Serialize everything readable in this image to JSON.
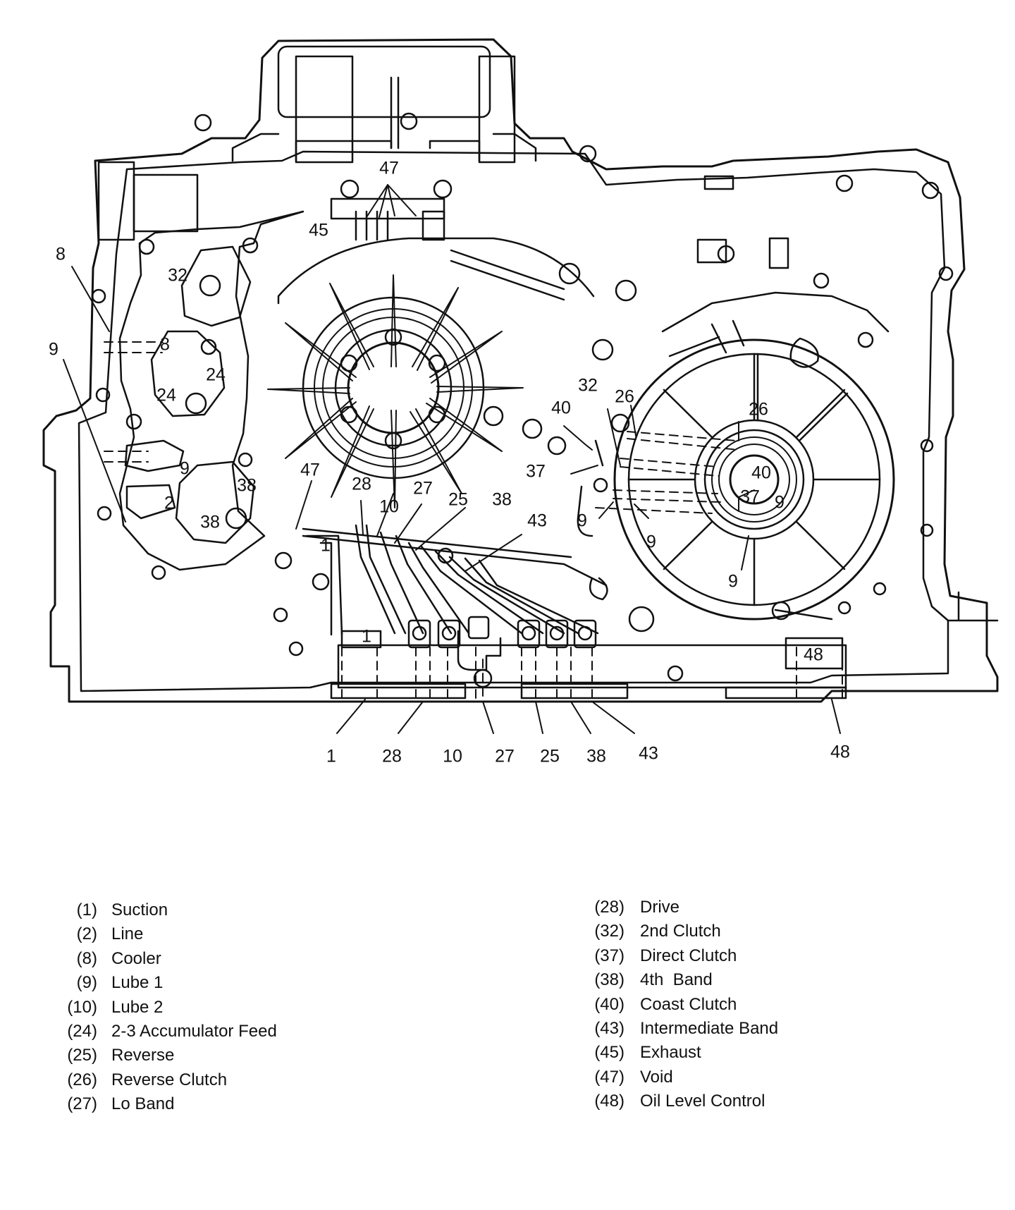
{
  "callouts": {
    "c47_top": "47",
    "c45": "45",
    "c8": "8",
    "c32_left": "32",
    "c8_inner": "8",
    "c9": "9",
    "c24_a": "24",
    "c24_b": "24",
    "c9_inner": "9",
    "c2": "2",
    "c38_a": "38",
    "c38_b": "38",
    "c47_mid": "47",
    "c28": "28",
    "c10": "10",
    "c27": "27",
    "c25": "25",
    "c38_c": "38",
    "c43": "43",
    "c1_top": "1",
    "c1_slot": "1",
    "c32_right": "32",
    "c26_a": "26",
    "c26_b": "26",
    "c40_a": "40",
    "c40_b": "40",
    "c37_a": "37",
    "c37_b": "37",
    "c9_a": "9",
    "c9_b": "9",
    "c9_c": "9",
    "c9_d": "9",
    "c48_slot": "48",
    "b1": "1",
    "b28": "28",
    "b10": "10",
    "b27": "27",
    "b25": "25",
    "b38": "38",
    "b43": "43",
    "b48": "48"
  },
  "legend_left": [
    {
      "num": "(1)",
      "label": "Suction"
    },
    {
      "num": "(2)",
      "label": "Line"
    },
    {
      "num": "(8)",
      "label": "Cooler"
    },
    {
      "num": "(9)",
      "label": "Lube 1"
    },
    {
      "num": "(10)",
      "label": "Lube 2"
    },
    {
      "num": "(24)",
      "label": "2-3 Accumulator Feed"
    },
    {
      "num": "(25)",
      "label": "Reverse"
    },
    {
      "num": "(26)",
      "label": "Reverse Clutch"
    },
    {
      "num": "(27)",
      "label": "Lo Band"
    }
  ],
  "legend_right": [
    {
      "num": "(28)",
      "label": "Drive"
    },
    {
      "num": "(32)",
      "label": "2nd Clutch"
    },
    {
      "num": "(37)",
      "label": "Direct Clutch"
    },
    {
      "num": "(38)",
      "label": "4th  Band"
    },
    {
      "num": "(40)",
      "label": "Coast Clutch"
    },
    {
      "num": "(43)",
      "label": "Intermediate Band"
    },
    {
      "num": "(45)",
      "label": "Exhaust"
    },
    {
      "num": "(47)",
      "label": "Void"
    },
    {
      "num": "(48)",
      "label": "Oil Level Control"
    }
  ]
}
